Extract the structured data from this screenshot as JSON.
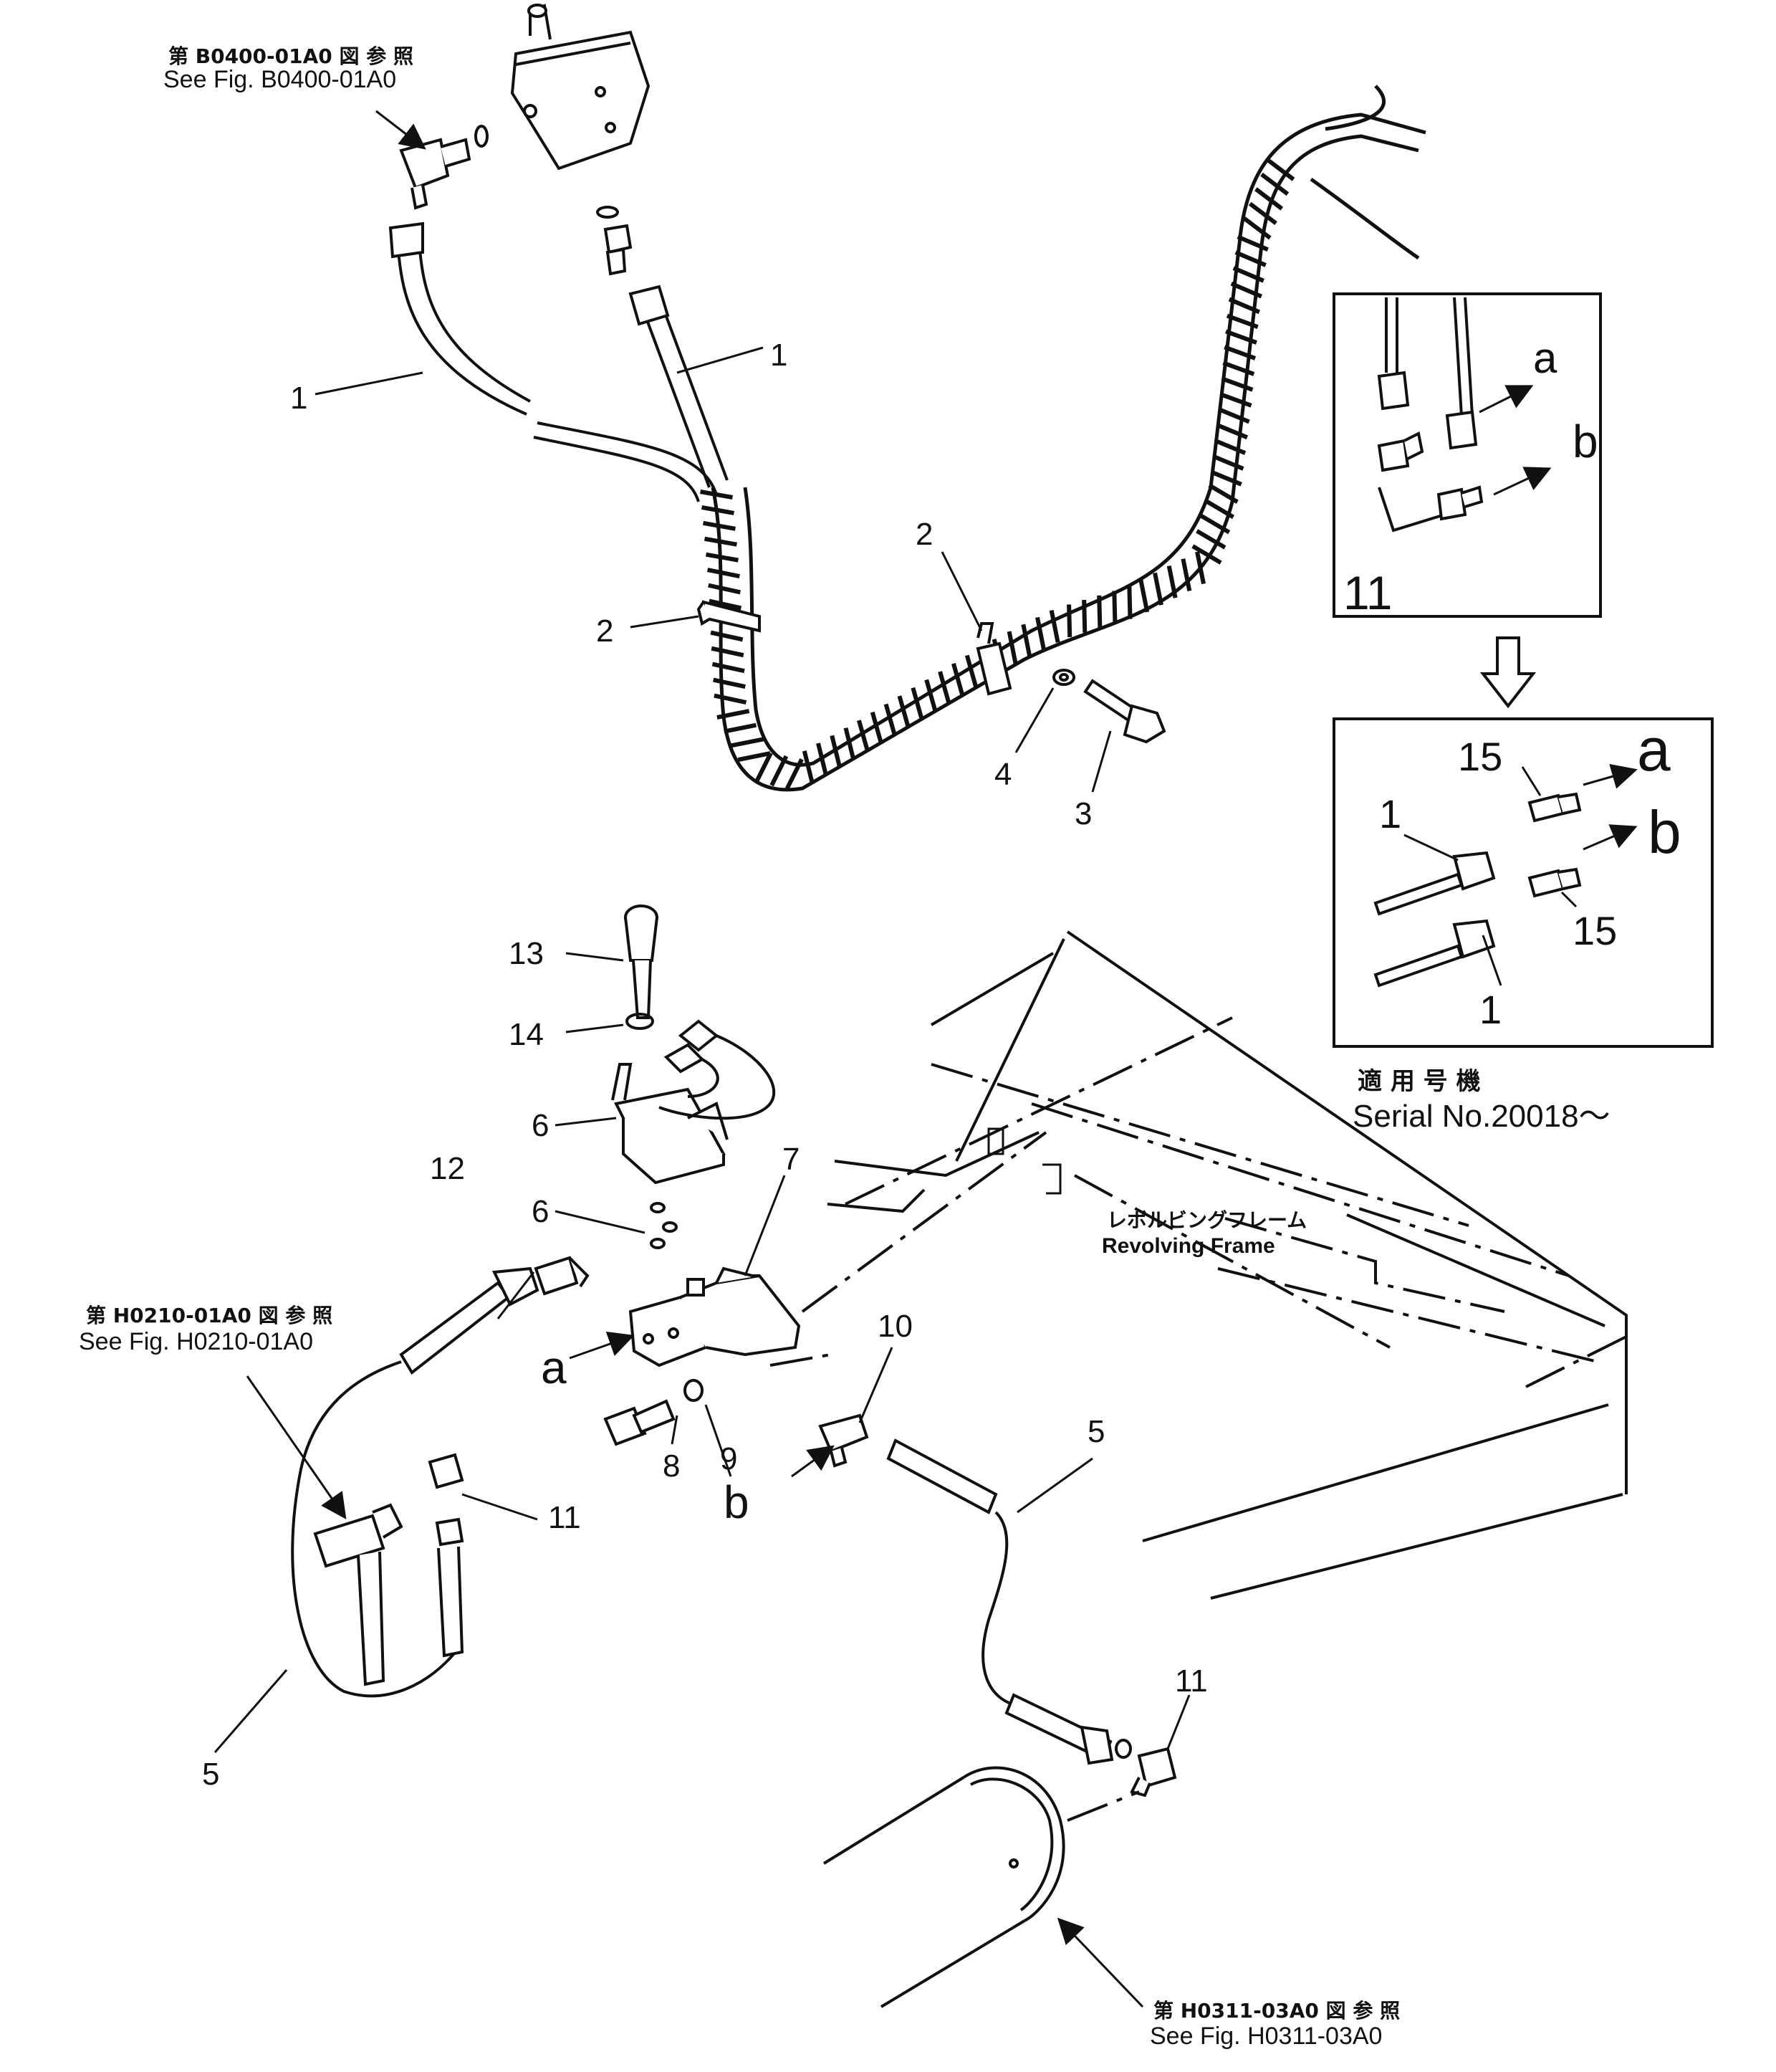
{
  "refs": {
    "b0400_jp": "第 B0400-01A0 図 参 照",
    "b0400_en": "See Fig. B0400-01A0",
    "h0210_jp": "第 H0210-01A0 図 参 照",
    "h0210_en": "See Fig. H0210-01A0",
    "h0311_jp": "第 H0311-03A0 図 参 照",
    "h0311_en": "See Fig. H0311-03A0"
  },
  "frame_label": {
    "jp": "レボルビングフレーム",
    "en": "Revolving Frame"
  },
  "serial": {
    "jp": "適 用 号 機",
    "en": "Serial No.20018～"
  },
  "callouts": {
    "c1a": "1",
    "c1b": "1",
    "c1c": "1",
    "c1d": "1",
    "c2a": "2",
    "c2b": "2",
    "c3": "3",
    "c4": "4",
    "c5a": "5",
    "c5b": "5",
    "c6a": "6",
    "c6b": "6",
    "c7": "7",
    "c8": "8",
    "c9": "9",
    "c10": "10",
    "c11a": "11",
    "c11b": "11",
    "c11c": "11",
    "c12": "12",
    "c13": "13",
    "c14": "14",
    "c15a": "15",
    "c15b": "15",
    "a1": "a",
    "a2": "a",
    "a3": "a",
    "b1": "b",
    "b2": "b",
    "b3": "b"
  }
}
